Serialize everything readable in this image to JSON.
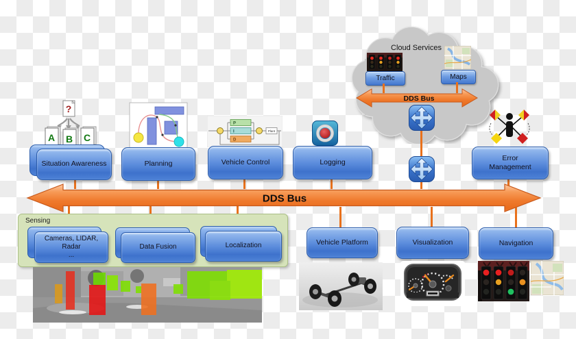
{
  "cloud": {
    "title": "Cloud Services",
    "traffic_label": "Traffic",
    "maps_label": "Maps",
    "bus_label": "DDS Bus"
  },
  "bus": {
    "label": "DDS Bus"
  },
  "nodes": {
    "situation_awareness": "Situation Awareness",
    "planning": "Planning",
    "vehicle_control": "Vehicle Control",
    "logging": "Logging",
    "error_management": "Error Management",
    "vehicle_platform": "Vehicle Platform",
    "visualization": "Visualization",
    "navigation": "Navigation"
  },
  "sensing": {
    "label": "Sensing",
    "cameras_line1": "Cameras, LIDAR,",
    "cameras_line2": "Radar",
    "cameras_line3": "...",
    "data_fusion": "Data Fusion",
    "localization": "Localization"
  },
  "icons": {
    "situation": "question-and-documents-icon",
    "planning": "path-planning-icon",
    "vehicle_control": "pid-control-diagram-icon",
    "logging": "record-icon",
    "error": "semaphore-flags-icon",
    "router": "dds-router-icon"
  },
  "colors": {
    "bus_orange": "#ee7424",
    "connector_orange": "#e8711c",
    "box_blue": "#4a7ed4",
    "sensing_green": "#d6e3ba",
    "cloud_gray": "#c8c8c8"
  }
}
